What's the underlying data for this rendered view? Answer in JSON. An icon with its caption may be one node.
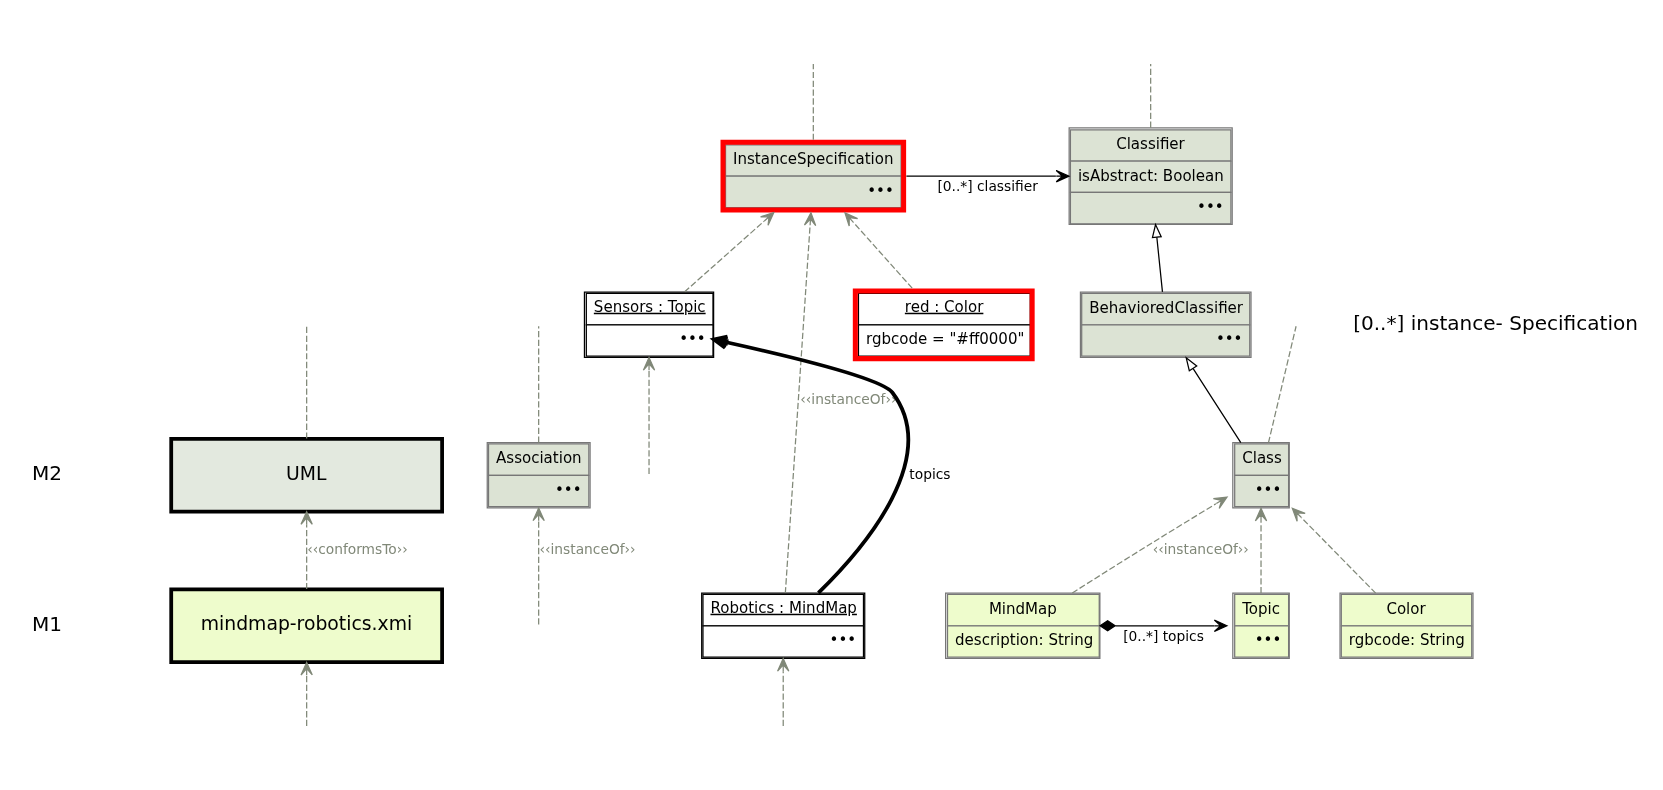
{
  "diagram": {
    "nodes": [
      {
        "text": [
          "UML"
        ]
      },
      {
        "text": [
          "mindmap-robotics.xmi"
        ]
      },
      {
        "text": [
          "Classifier",
          "isAbstract: Boolean",
          "•••"
        ]
      },
      {
        "text": [
          "InstanceSpecification",
          "•••"
        ]
      },
      {
        "text": [
          "BehavioredClassifier",
          "•••"
        ]
      },
      {
        "text": [
          "Association",
          "•••"
        ]
      },
      {
        "text": [
          "Class",
          "•••"
        ]
      },
      {
        "text": [
          "MindMap",
          "description: String"
        ]
      },
      {
        "text": [
          "Color",
          "rgbcode: String"
        ]
      },
      {
        "text": [
          "Topic",
          "•••"
        ]
      },
      {
        "text": [
          "Robotics : MindMap",
          "•••"
        ]
      },
      {
        "text": [
          "red : Color",
          "rgbcode = \"#ff0000\""
        ]
      },
      {
        "text": [
          "Sensors : Topic",
          "•••"
        ]
      }
    ],
    "edges": [
      {
        "from": 1,
        "to": 0,
        "arrow": "to",
        "style": "dashed",
        "color": "#808878",
        "label": "‹‹conformsTo››"
      },
      {
        "from": 0,
        "to": null,
        "arrow": "none",
        "style": "dashed",
        "color": "#808878"
      },
      {
        "from": null,
        "to": 1,
        "arrow": "to",
        "style": "dashed",
        "color": "#808878"
      },
      {
        "from": 3,
        "to": 2,
        "arrow": "to",
        "color": "#000000",
        "label": "[0..*] classifier"
      },
      {
        "from": 4,
        "to": 2,
        "arrow": "to",
        "color": "#000000"
      },
      {
        "from": 6,
        "to": 4,
        "arrow": "to",
        "color": "#000000"
      },
      {
        "from": 5,
        "to": null,
        "arrow": "none",
        "style": "dashed",
        "color": "#808878"
      },
      {
        "from": 6,
        "to": null,
        "arrow": "none",
        "style": "dashed",
        "color": "#808878"
      },
      {
        "from": 2,
        "to": null,
        "arrow": "none",
        "style": "dashed",
        "color": "#808878"
      },
      {
        "from": 3,
        "to": null,
        "arrow": "none",
        "style": "dashed",
        "color": "#808878"
      },
      {
        "from": 7,
        "to": 9,
        "arrow": "to",
        "color": "#000000",
        "label": "[0..*] topics"
      },
      {
        "from": null,
        "to": 5,
        "arrow": "to",
        "style": "dashed",
        "color": "#808878",
        "label": "‹‹instanceOf››"
      },
      {
        "from": 7,
        "to": 6,
        "arrow": "to",
        "style": "dashed",
        "color": "#808878",
        "label": "‹‹instanceOf››"
      },
      {
        "from": 9,
        "to": 6,
        "arrow": "to",
        "style": "dashed",
        "color": "#808878"
      },
      {
        "from": 8,
        "to": 6,
        "arrow": "to",
        "style": "dashed",
        "color": "#808878"
      },
      {
        "from": 10,
        "to": 12,
        "arrow": "to",
        "style": "thick",
        "color": "#000000",
        "label": "topics"
      },
      {
        "from": 10,
        "to": 3,
        "arrow": "to",
        "style": "dashed",
        "color": "#808878",
        "label": "‹‹instanceOf››"
      },
      {
        "from": 11,
        "to": 3,
        "arrow": "to",
        "style": "dashed",
        "color": "#808878"
      },
      {
        "from": 12,
        "to": 3,
        "arrow": "to",
        "style": "dashed",
        "color": "#808878"
      },
      {
        "from": null,
        "to": 10,
        "arrow": "to",
        "style": "dashed",
        "color": "#808878"
      },
      {
        "from": null,
        "to": 12,
        "arrow": "to",
        "style": "dashed",
        "color": "#808878"
      }
    ],
    "labels": [
      "M2",
      "M1",
      "[0..*] instance- Specification"
    ]
  }
}
